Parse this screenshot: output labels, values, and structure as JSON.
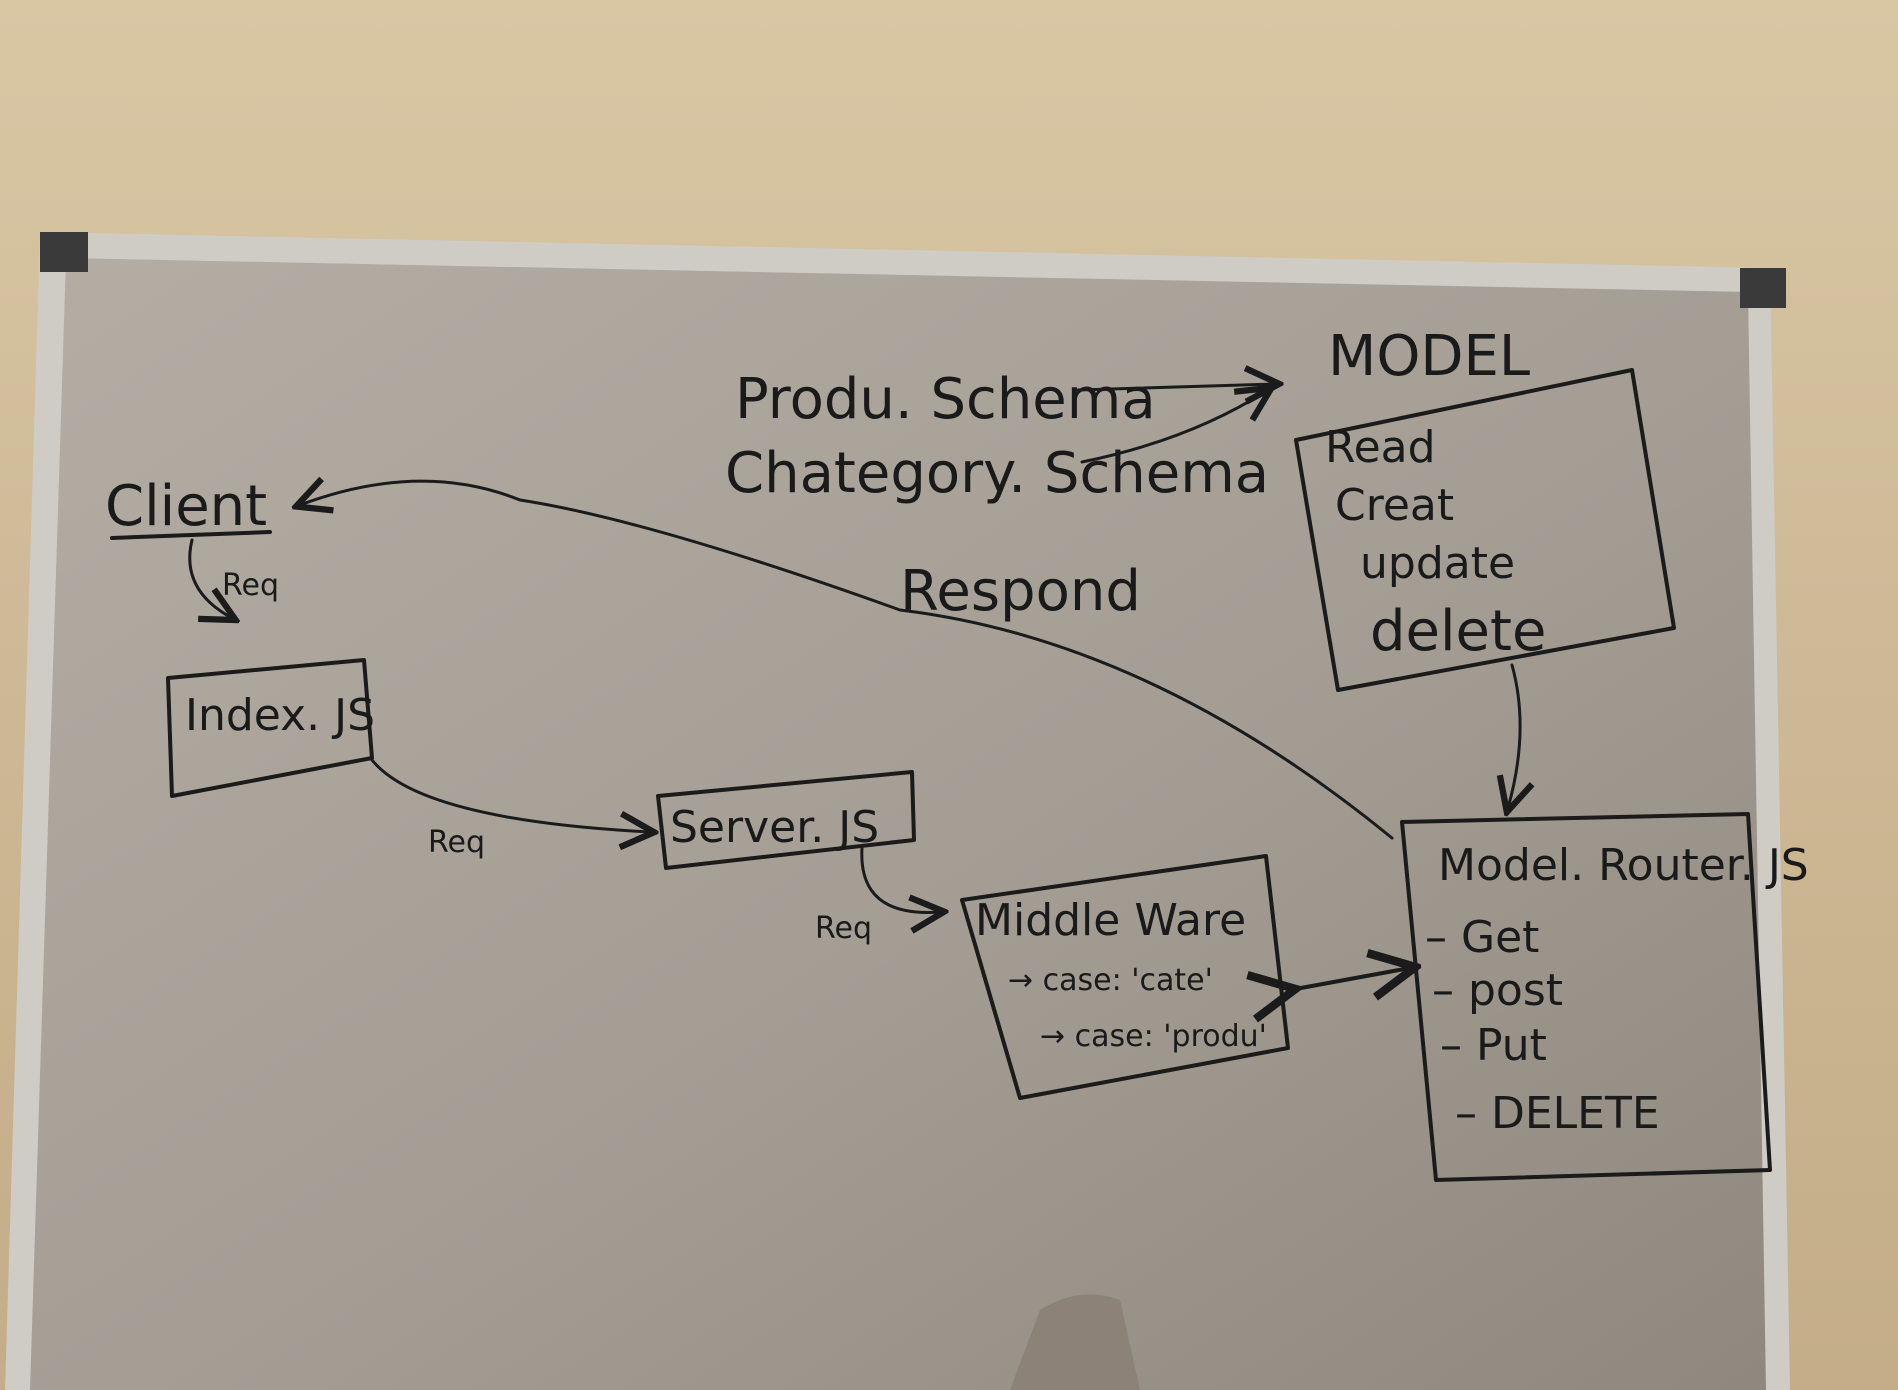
{
  "diagram": {
    "nodes": {
      "client": "Client",
      "index": "Index. JS",
      "server": "Server. JS",
      "middleware": {
        "title": "Middle Ware",
        "case1": "→ case: 'cate'",
        "case2": "→ case: 'produ'"
      },
      "model": {
        "heading": "MODEL",
        "read": "Read",
        "create": "Creat",
        "update": "update",
        "delete": "delete"
      },
      "router": {
        "title": "Model. Router. JS",
        "get": "– Get",
        "post": "– post",
        "put": "– Put",
        "delete": "– DELETE"
      },
      "product_schema": "Produ. Schema",
      "category_schema": "Chategory. Schema"
    },
    "edge_labels": {
      "client_to_index": "Req",
      "index_to_server": "Req",
      "server_to_middleware": "Req",
      "respond": "Respond"
    }
  },
  "colors": {
    "ink": "#1b1b1b",
    "board": "#a8a29a",
    "frame": "#c9c6c0",
    "wall": "#d9c7a4"
  }
}
